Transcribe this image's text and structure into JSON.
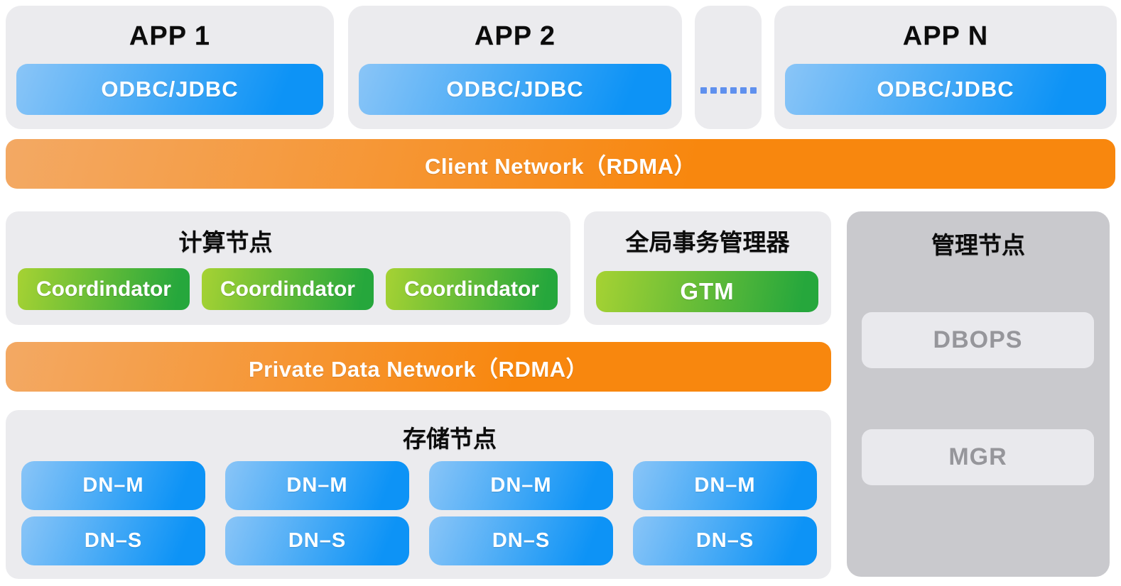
{
  "colors": {
    "box_bg": "#ebebee",
    "mgmt_bg": "#c9c9cd",
    "mgmt_btn_bg": "#e9e9ed",
    "mgmt_btn_text": "#96969b",
    "blue_from": "#8ac5f7",
    "blue_to": "#0d93f6",
    "orange_from": "#f3a964",
    "orange_to": "#f8870e",
    "green_from": "#a6d233",
    "green_to": "#26a73c",
    "dots_blue": "#5f90ee"
  },
  "apps": [
    {
      "title": "APP 1",
      "connector": "ODBC/JDBC"
    },
    {
      "title": "APP 2",
      "connector": "ODBC/JDBC"
    },
    {
      "title": "APP N",
      "connector": "ODBC/JDBC"
    }
  ],
  "ellipsis": {
    "dot_count": 6
  },
  "client_network": {
    "label": "Client Network（RDMA）"
  },
  "compute": {
    "title": "计算节点",
    "coordinators": [
      "Coordindator",
      "Coordindator",
      "Coordindator"
    ]
  },
  "gtm": {
    "title": "全局事务管理器",
    "button": "GTM"
  },
  "management": {
    "title": "管理节点",
    "dbops": "DBOPS",
    "mgr": "MGR"
  },
  "private_network": {
    "label": "Private Data Network（RDMA）"
  },
  "storage": {
    "title": "存储节点",
    "shards": [
      {
        "master": "DN–M",
        "standby": "DN–S"
      },
      {
        "master": "DN–M",
        "standby": "DN–S"
      },
      {
        "master": "DN–M",
        "standby": "DN–S"
      },
      {
        "master": "DN–M",
        "standby": "DN–S"
      }
    ]
  }
}
